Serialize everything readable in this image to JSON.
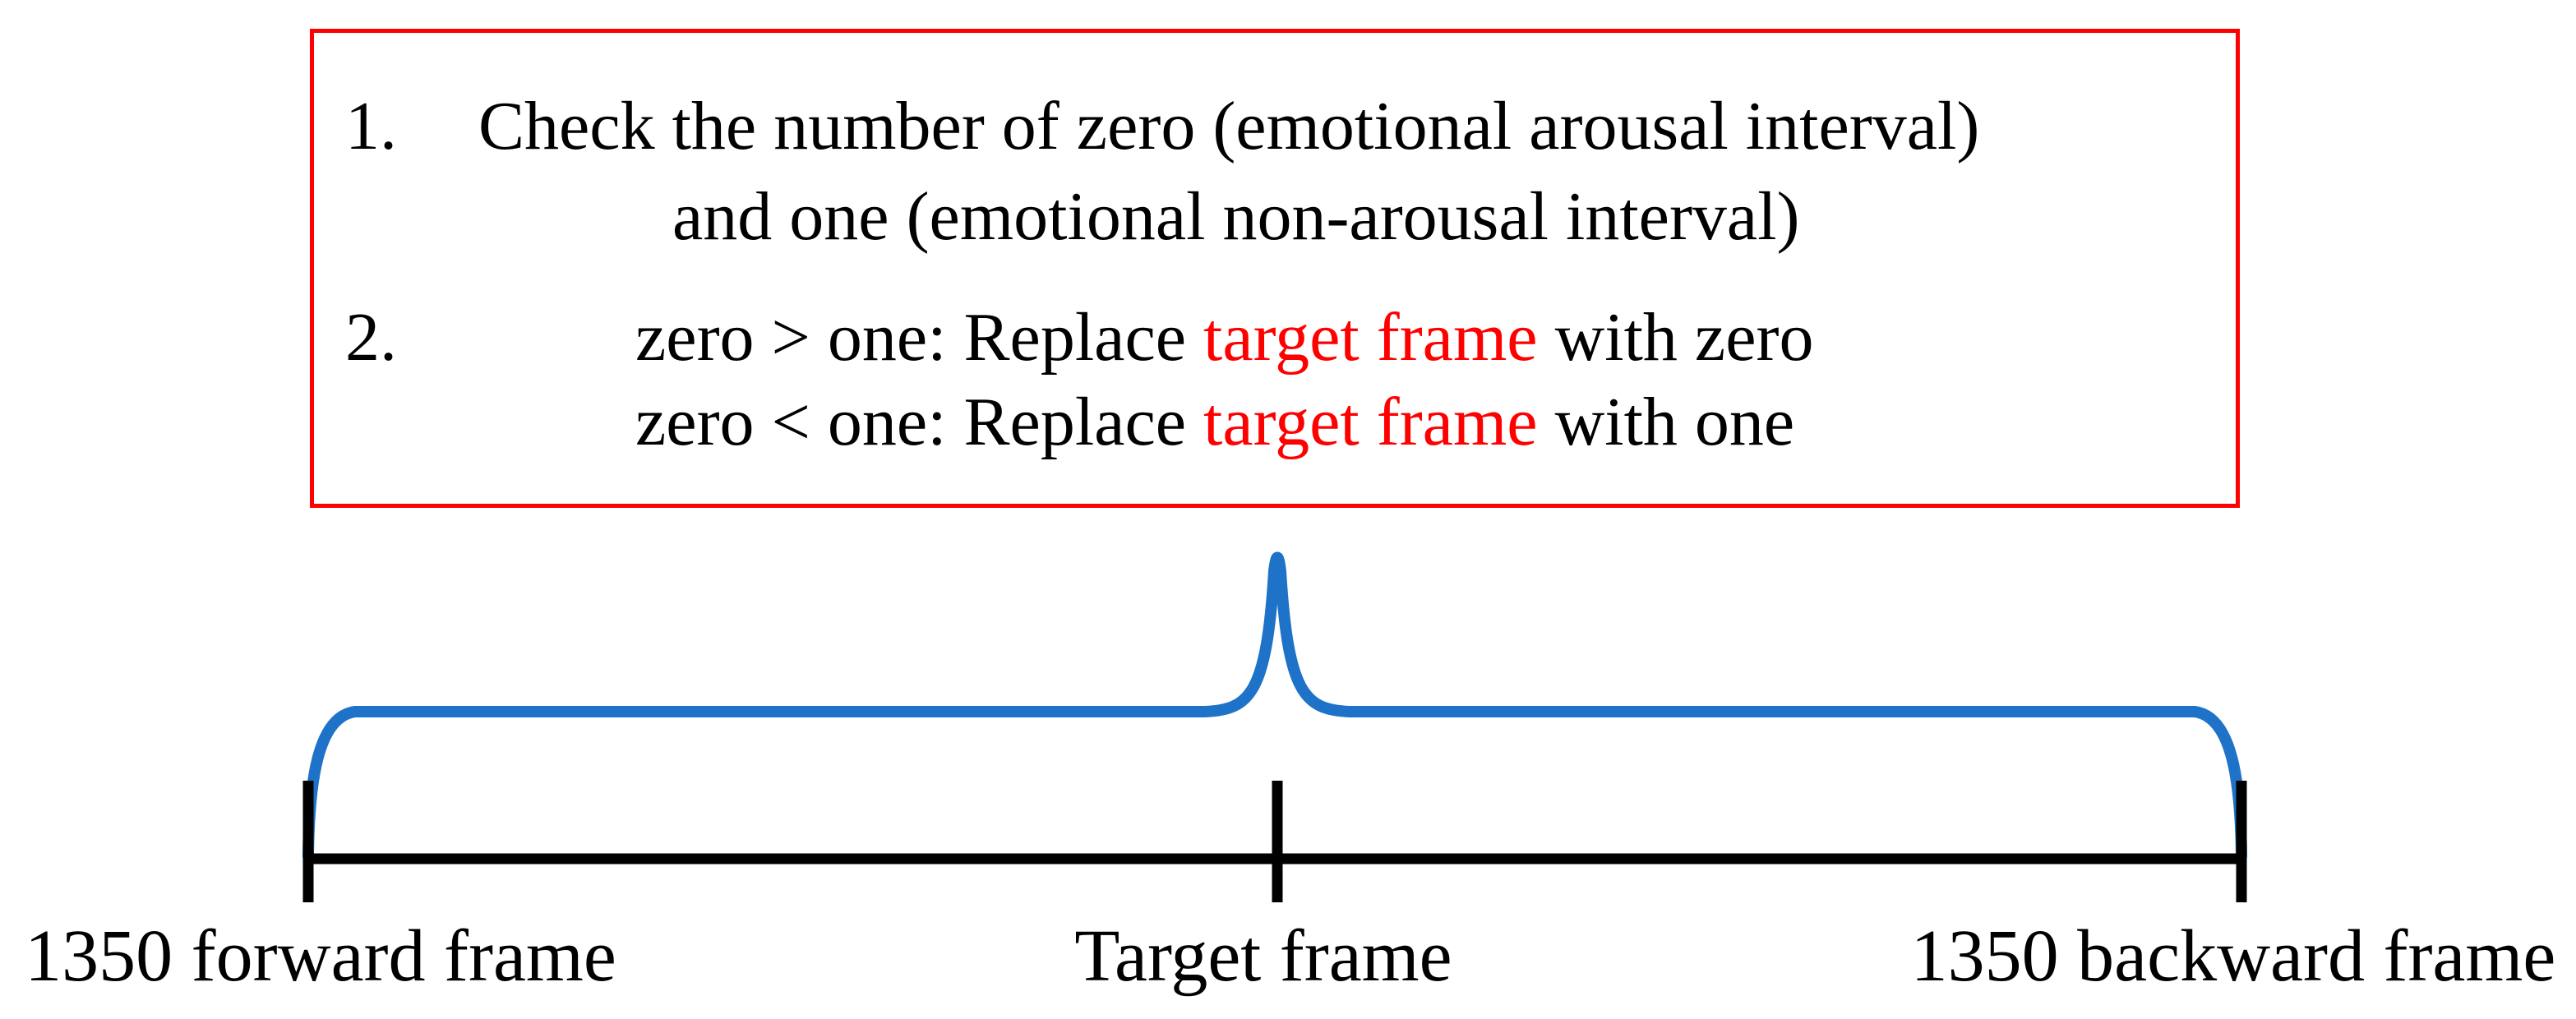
{
  "colors": {
    "red": "#FF0000",
    "brace_blue": "#1E73C8",
    "black": "#000000"
  },
  "instruction_box": {
    "item1_number": "1.",
    "item1_line1": "Check the number of zero (emotional arousal interval)",
    "item1_line2": "and one (emotional non-arousal interval)",
    "item2_number": "2.",
    "item2_line1_a": "zero > one: Replace ",
    "item2_line1_b": "target frame",
    "item2_line1_c": " with zero",
    "item2_line2_a": "zero < one: Replace ",
    "item2_line2_b": "target frame",
    "item2_line2_c": " with one"
  },
  "timeline": {
    "left_label": "1350 forward frame",
    "center_label": "Target frame",
    "right_label": "1350 backward frame"
  }
}
